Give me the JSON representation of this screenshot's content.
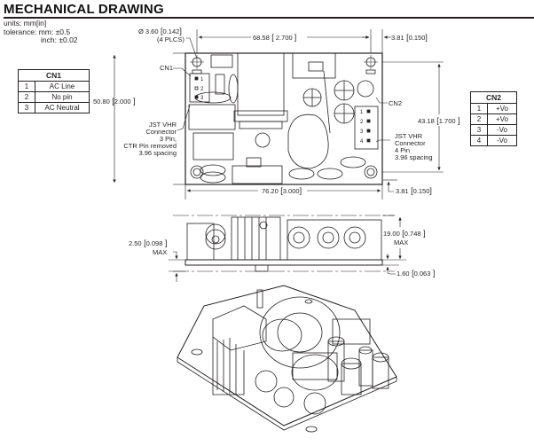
{
  "title": "MECHANICAL DRAWING",
  "units": {
    "line1": "units: mm[in]",
    "line2": "tolerance: mm: ±0.5",
    "line3": "inch: ±0.02"
  },
  "cn1_table": {
    "header": "CN1",
    "rows": [
      {
        "pin": "1",
        "function": "AC Line"
      },
      {
        "pin": "2",
        "function": "No pin"
      },
      {
        "pin": "3",
        "function": "AC Neutral"
      }
    ]
  },
  "cn2_table": {
    "header": "CN2",
    "rows": [
      {
        "pin": "1",
        "function": "+Vo"
      },
      {
        "pin": "2",
        "function": "+Vo"
      },
      {
        "pin": "3",
        "function": "-Vo"
      },
      {
        "pin": "4",
        "function": "-Vo"
      }
    ]
  },
  "top_view": {
    "hole_dim": {
      "mm": "Ø 3.60",
      "in": "0.142",
      "note": "(4 PLCS)"
    },
    "hole_spacing_x": {
      "mm": "68.58",
      "in": "2.700"
    },
    "edge_offset_top": {
      "mm": "3.81",
      "in": "0.150"
    },
    "height": {
      "mm": "50.80",
      "in": "2.000"
    },
    "hole_spacing_y": {
      "mm": "43.18",
      "in": "1.700"
    },
    "width": {
      "mm": "76.20",
      "in": "3.000"
    },
    "edge_offset_bottom": {
      "mm": "3.81",
      "in": "0.150"
    },
    "cn1_label": "CN1",
    "cn2_label": "CN2",
    "cn1_note": [
      "JST VHR",
      "Connector",
      "3 Pin,",
      "CTR Pin removed",
      "3.96 spacing"
    ],
    "cn2_note": [
      "JST VHR",
      "Connector",
      "4 Pin",
      "3.96 spacing"
    ],
    "cn1_pins": [
      "1",
      "2",
      "3"
    ],
    "cn2_pins": [
      "1",
      "2",
      "3",
      "4"
    ]
  },
  "side_view": {
    "standoff": {
      "mm": "2.50",
      "in": "0.098",
      "note": "MAX"
    },
    "max_height": {
      "mm": "19.00",
      "in": "0.748",
      "note": "MAX"
    },
    "pcb_thickness": {
      "mm": "1.60",
      "in": "0.063"
    }
  }
}
